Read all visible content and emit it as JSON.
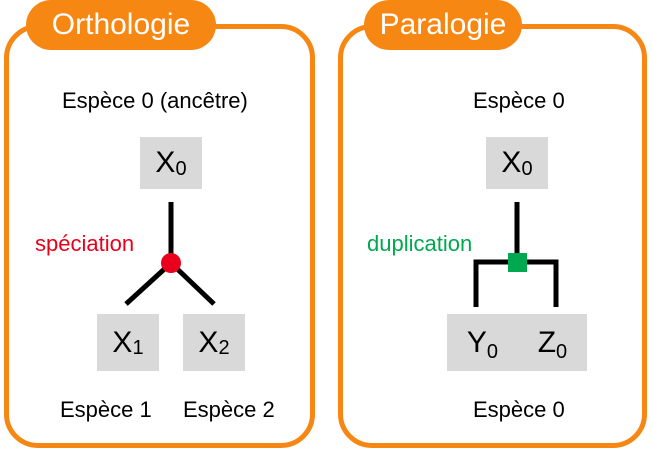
{
  "colors": {
    "panel_orange": "#f68712",
    "box_gray": "#d9d9d9",
    "speciation_red": "#e8001c",
    "duplication_green": "#00a84f"
  },
  "orthology": {
    "title": "Orthologie",
    "ancestor_label": "Espèce 0 (ancêtre)",
    "root_gene": {
      "name": "X",
      "index": "0"
    },
    "event_label": "spéciation",
    "child_genes": [
      {
        "name": "X",
        "index": "1",
        "species": "Espèce 1"
      },
      {
        "name": "X",
        "index": "2",
        "species": "Espèce 2"
      }
    ]
  },
  "paralogy": {
    "title": "Paralogie",
    "top_label": "Espèce 0",
    "root_gene": {
      "name": "X",
      "index": "0"
    },
    "event_label": "duplication",
    "child_genes": [
      {
        "name": "Y",
        "index": "0"
      },
      {
        "name": "Z",
        "index": "0"
      }
    ],
    "bottom_label": "Espèce 0"
  }
}
